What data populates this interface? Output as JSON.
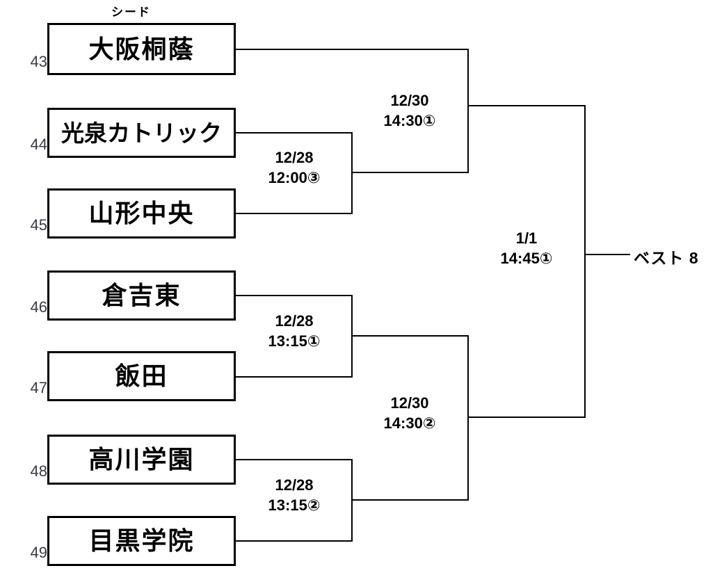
{
  "header": {
    "seed_label": "シード"
  },
  "teams": [
    {
      "num": "43",
      "name": "大阪桐蔭",
      "seeded": true
    },
    {
      "num": "44",
      "name": "光泉カトリック",
      "seeded": false
    },
    {
      "num": "45",
      "name": "山形中央",
      "seeded": false
    },
    {
      "num": "46",
      "name": "倉吉東",
      "seeded": false
    },
    {
      "num": "47",
      "name": "飯田",
      "seeded": false
    },
    {
      "num": "48",
      "name": "高川学園",
      "seeded": false
    },
    {
      "num": "49",
      "name": "目黒学院",
      "seeded": false
    }
  ],
  "matches": [
    {
      "id": "r1-m1",
      "round": 1,
      "date": "12/28",
      "time": "12:00",
      "venue": "③"
    },
    {
      "id": "r1-m2",
      "round": 1,
      "date": "12/28",
      "time": "13:15",
      "venue": "①"
    },
    {
      "id": "r1-m3",
      "round": 1,
      "date": "12/28",
      "time": "13:15",
      "venue": "②"
    },
    {
      "id": "r2-m1",
      "round": 2,
      "date": "12/30",
      "time": "14:30",
      "venue": "①"
    },
    {
      "id": "r2-m2",
      "round": 2,
      "date": "12/30",
      "time": "14:30",
      "venue": "②"
    },
    {
      "id": "r3-m1",
      "round": 3,
      "date": "1/1",
      "time": "14:45",
      "venue": "①"
    }
  ],
  "advance": {
    "label": "ベスト 8"
  },
  "colors": {
    "line": "#000000",
    "box_border": "#000000",
    "text": "#000000",
    "seed_number": "#3a3a44",
    "background": "#ffffff"
  }
}
